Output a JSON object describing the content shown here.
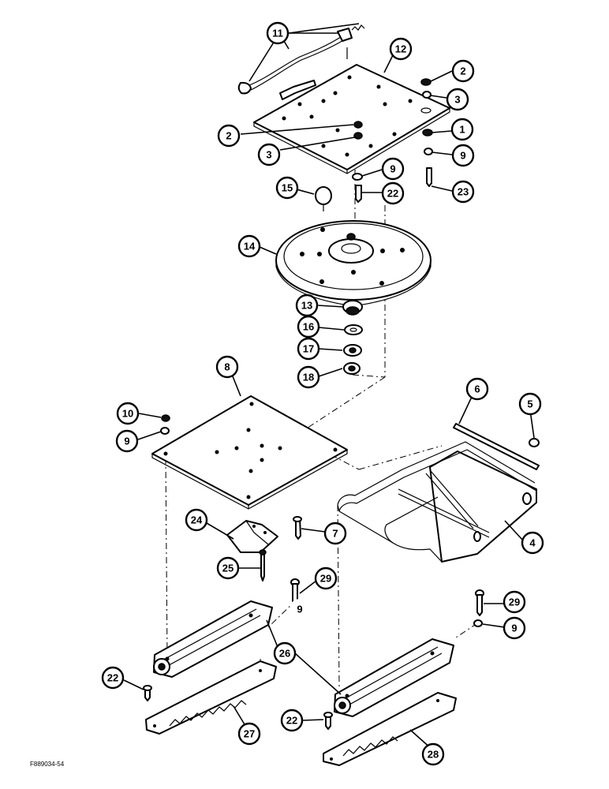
{
  "figure_code": "F889034-54",
  "callouts": [
    "11",
    "12",
    "2",
    "3",
    "2",
    "3",
    "1",
    "9",
    "9",
    "22",
    "23",
    "15",
    "14",
    "13",
    "16",
    "17",
    "18",
    "8",
    "10",
    "9",
    "6",
    "5",
    "24",
    "7",
    "4",
    "25",
    "29",
    "9",
    "29",
    "9",
    "26",
    "22",
    "22",
    "27",
    "28"
  ]
}
